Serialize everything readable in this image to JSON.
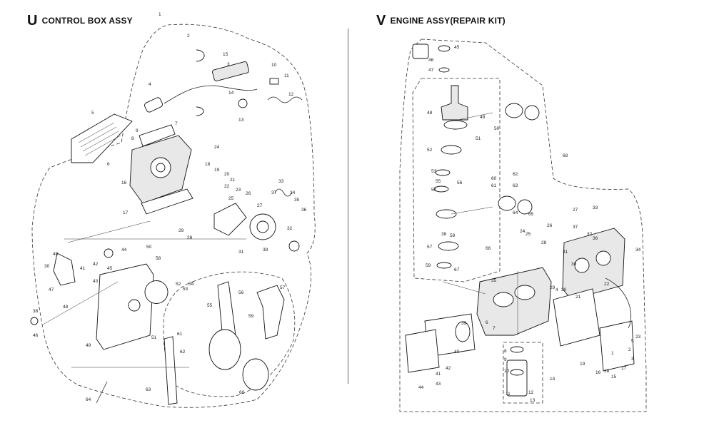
{
  "left_panel": {
    "letter": "U",
    "title": "CONTROL BOX ASSY",
    "callouts": [
      "1",
      "2",
      "3",
      "4",
      "5",
      "6",
      "7",
      "8",
      "9",
      "10",
      "11",
      "12",
      "13",
      "14",
      "15",
      "16",
      "17",
      "18",
      "19",
      "20",
      "21",
      "22",
      "23",
      "24",
      "25",
      "26",
      "27",
      "28",
      "29",
      "30",
      "31",
      "32",
      "33",
      "34",
      "35",
      "36",
      "37",
      "38",
      "39",
      "40",
      "41",
      "42",
      "43",
      "44",
      "45",
      "46",
      "47",
      "48",
      "49",
      "50",
      "51",
      "52",
      "53",
      "54",
      "55",
      "56",
      "57",
      "58",
      "59",
      "60",
      "61",
      "62",
      "63",
      "64"
    ]
  },
  "right_panel": {
    "letter": "V",
    "title": "ENGINE ASSY(REPAIR KIT)",
    "callouts": [
      "1",
      "2",
      "3",
      "4",
      "5",
      "6",
      "7",
      "8",
      "9",
      "10",
      "11",
      "12",
      "13",
      "14",
      "15",
      "16",
      "17",
      "18",
      "19",
      "20",
      "21",
      "22",
      "23",
      "24",
      "25",
      "26",
      "27",
      "28",
      "29",
      "30",
      "31",
      "32",
      "33",
      "34",
      "35",
      "36",
      "37",
      "38",
      "39",
      "40",
      "41",
      "42",
      "43",
      "44",
      "45",
      "46",
      "47",
      "48",
      "49",
      "50",
      "51",
      "52",
      "53",
      "54",
      "55",
      "56",
      "57",
      "58",
      "59",
      "60",
      "61",
      "62",
      "63",
      "64",
      "65",
      "66",
      "67",
      "68"
    ]
  }
}
